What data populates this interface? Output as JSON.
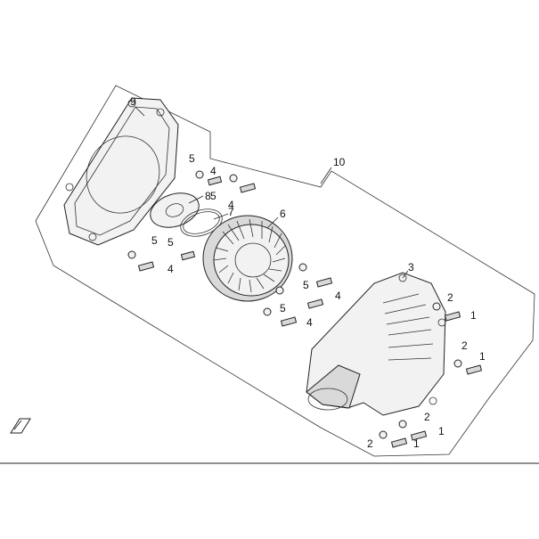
{
  "callouts": {
    "c10": "10",
    "c9": "9",
    "c8": "8",
    "c7": "7",
    "c6": "6",
    "c5a": "5",
    "c4a": "4",
    "c5b": "5",
    "c4b": "4",
    "c5c": "5",
    "c4c": "4",
    "c5d": "5",
    "c4d": "4",
    "c5e": "5",
    "c4e": "4",
    "c3": "3",
    "c2a": "2",
    "c1a": "1",
    "c2b": "2",
    "c1b": "1",
    "c2c": "2",
    "c1c": "1",
    "c2d": "2",
    "c1d": "1"
  },
  "colors": {
    "line": "#222222",
    "fill": "#f2f2f2",
    "shade": "#d9d9d9"
  },
  "icons": {
    "front_indicator": "front-arrow-icon"
  }
}
